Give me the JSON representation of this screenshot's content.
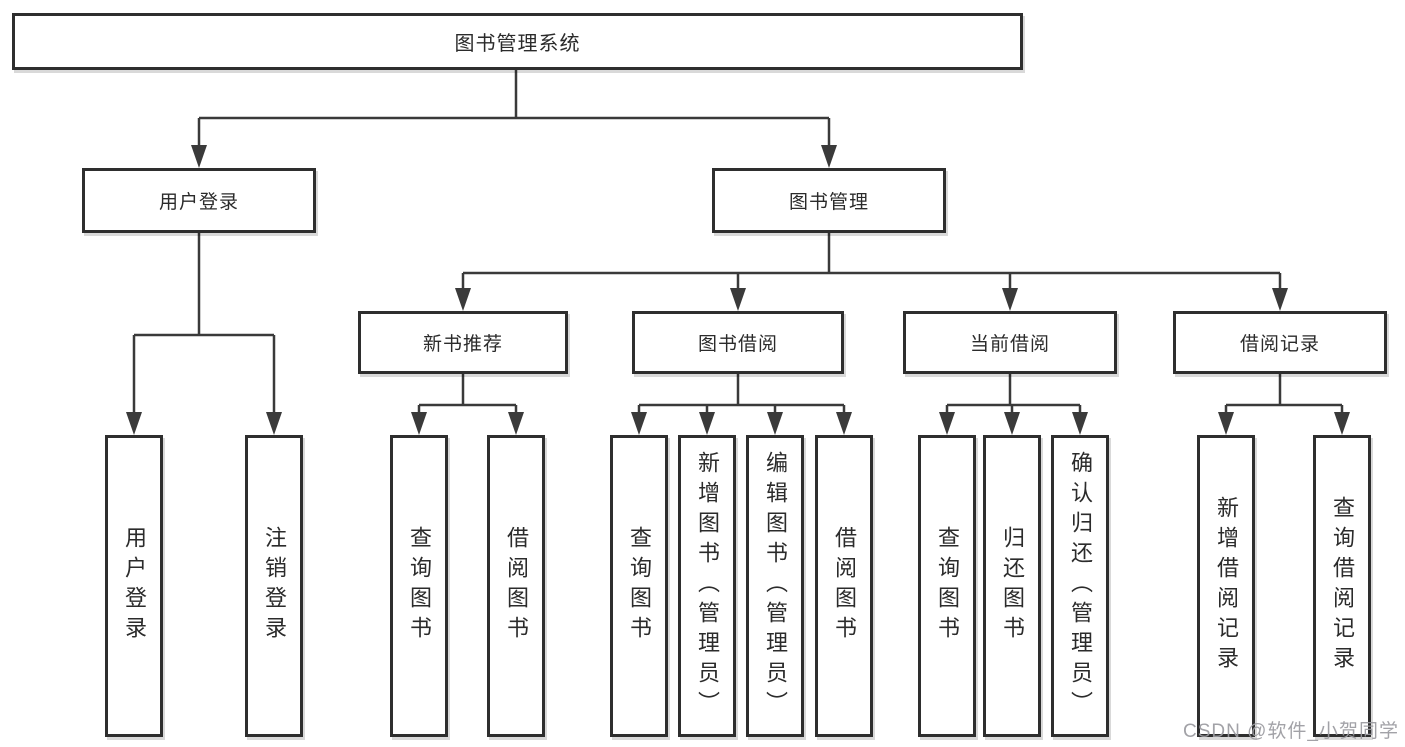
{
  "tree": {
    "root": {
      "label": "图书管理系统",
      "children": [
        {
          "label": "用户登录",
          "children": [
            {
              "label": "用户登录"
            },
            {
              "label": "注销登录"
            }
          ]
        },
        {
          "label": "图书管理",
          "children": [
            {
              "label": "新书推荐",
              "children": [
                {
                  "label": "查询图书"
                },
                {
                  "label": "借阅图书"
                }
              ]
            },
            {
              "label": "图书借阅",
              "children": [
                {
                  "label": "查询图书"
                },
                {
                  "label": "新增图书（管理员）"
                },
                {
                  "label": "编辑图书（管理员）"
                },
                {
                  "label": "借阅图书"
                }
              ]
            },
            {
              "label": "当前借阅",
              "children": [
                {
                  "label": "查询图书"
                },
                {
                  "label": "归还图书"
                },
                {
                  "label": "确认归还（管理员）"
                }
              ]
            },
            {
              "label": "借阅记录",
              "children": [
                {
                  "label": "新增借阅记录"
                },
                {
                  "label": "查询借阅记录"
                }
              ]
            }
          ]
        }
      ]
    }
  },
  "watermark": {
    "text": "CSDN @软件_小贺同学"
  },
  "colors": {
    "line": "#3a3a3a",
    "border": "#2e2e2e",
    "text": "#2b2b2b",
    "watermark": "#9b9ba0",
    "bg": "#ffffff"
  }
}
